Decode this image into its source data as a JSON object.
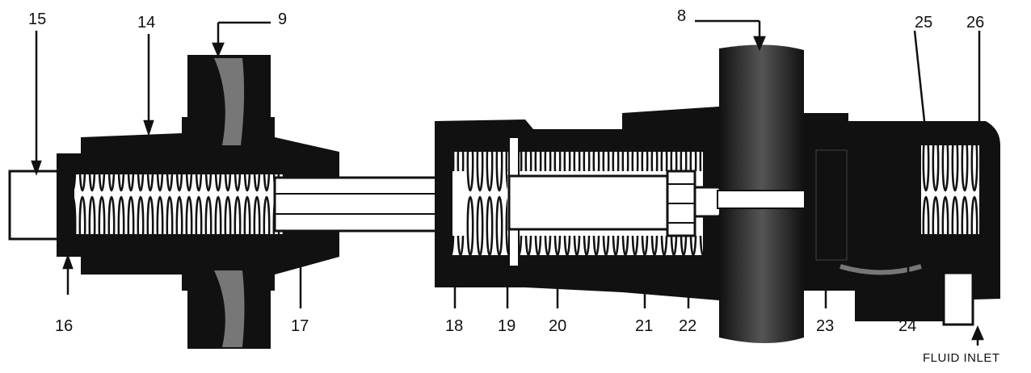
{
  "labels": {
    "l15": "15",
    "l14": "14",
    "l9": "9",
    "l8": "8",
    "l25": "25",
    "l26": "26",
    "l16": "16",
    "l17": "17",
    "l18": "18",
    "l19": "19",
    "l20": "20",
    "l21": "21",
    "l22": "22",
    "l23": "23",
    "l24": "24",
    "fluid_inlet": "FLUID INLET"
  }
}
